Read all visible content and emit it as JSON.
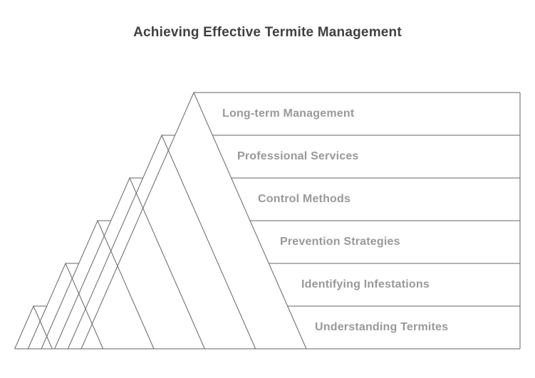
{
  "title": "Achieving Effective Termite Management",
  "diagram": {
    "type": "pyramid-peaks",
    "levels": [
      {
        "label": "Long-term Management"
      },
      {
        "label": "Professional Services"
      },
      {
        "label": "Control Methods"
      },
      {
        "label": "Prevention Strategies"
      },
      {
        "label": "Identifying Infestations"
      },
      {
        "label": "Understanding Termites"
      }
    ],
    "colors": {
      "line": "#666666",
      "label_text": "#999999",
      "title_text": "#404040",
      "background": "#ffffff"
    }
  }
}
